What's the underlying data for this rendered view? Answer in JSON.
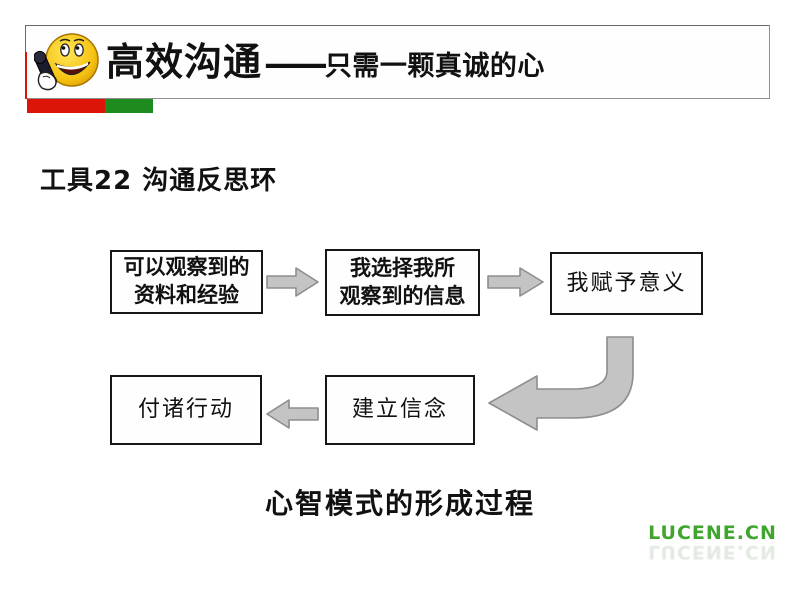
{
  "slide": {
    "header": {
      "icon": "smiley-phone-icon",
      "title_main": "高效沟通",
      "title_dash": "——",
      "title_sub": "只需一颗真诚的心"
    },
    "section_title": "工具22 沟通反思环",
    "flowchart": {
      "boxes": [
        {
          "id": "observe",
          "lines": [
            "可以观察到的",
            "资料和经验"
          ]
        },
        {
          "id": "select",
          "lines": [
            "我选择我所",
            "观察到的信息"
          ]
        },
        {
          "id": "meaning",
          "lines": [
            "我赋予意义"
          ]
        },
        {
          "id": "belief",
          "lines": [
            "建立信念"
          ]
        },
        {
          "id": "action",
          "lines": [
            "付诸行动"
          ]
        }
      ],
      "arrows": [
        {
          "id": "arrow-observe-to-select",
          "direction": "right"
        },
        {
          "id": "arrow-select-to-meaning",
          "direction": "right"
        },
        {
          "id": "arrow-meaning-to-belief",
          "direction": "bent-down-left"
        },
        {
          "id": "arrow-belief-to-action",
          "direction": "left"
        }
      ]
    },
    "caption": "心智模式的形成过程",
    "watermark": "LUCENE.CN",
    "colors": {
      "accent_red": "#dd1408",
      "accent_green": "#1e8b1e",
      "watermark_green": "#3fa52e",
      "arrow_fill": "#c4c4c4",
      "arrow_outline": "#8d8d8d"
    }
  }
}
